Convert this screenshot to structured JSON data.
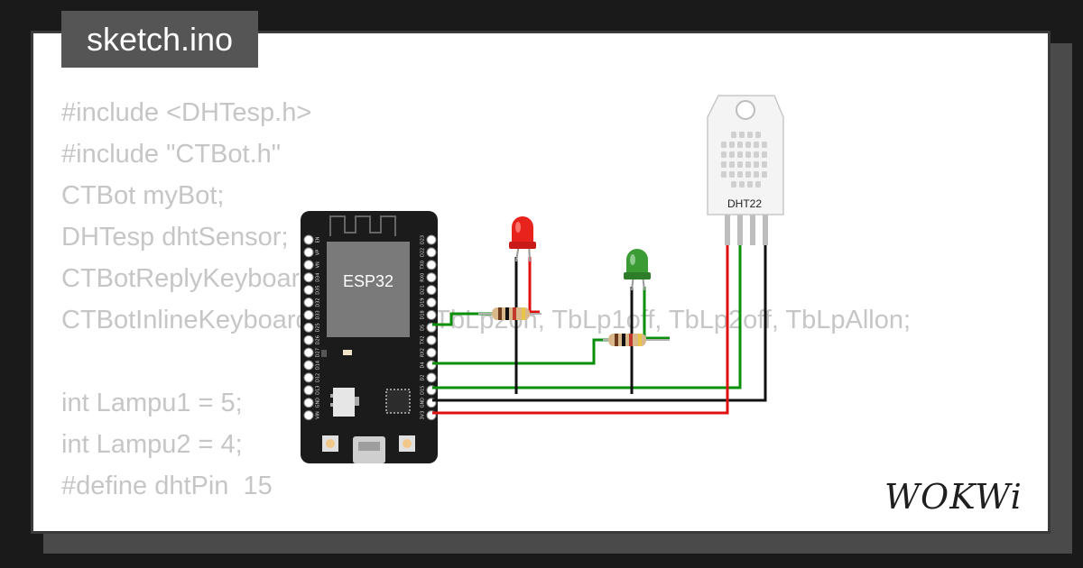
{
  "file_tab": {
    "label": "sketch.ino"
  },
  "code_lines": [
    "#include <DHTesp.h>",
    "#include \"CTBot.h\"",
    "CTBot myBot;",
    "DHTesp dhtSensor;",
    "CTBotReplyKeyboard myKbd;",
    "CTBotInlineKeyboard TbLp1on, TbLp2on, TbLp1off, TbLp2off, TbLpAllon;",
    "",
    "int Lampu1 = 5;",
    "int Lampu2 = 4;",
    "#define dhtPin  15"
  ],
  "board": {
    "label": "ESP32",
    "pins_left": [
      "EN",
      "VP",
      "VN",
      "D34",
      "D35",
      "D32",
      "D33",
      "D25",
      "D26",
      "D27",
      "D14",
      "D12",
      "D13",
      "GND",
      "VIN"
    ],
    "pins_right": [
      "D23",
      "D22",
      "TX0",
      "RX0",
      "D21",
      "D19",
      "D18",
      "D5",
      "TX2",
      "RX2",
      "D4",
      "D2",
      "D15",
      "GND",
      "3V3"
    ]
  },
  "sensor": {
    "label": "DHT22"
  },
  "led_colors": {
    "red": "#e8231e",
    "green": "#3b9b34"
  },
  "wire_colors": {
    "green": "#0a8f0a",
    "red": "#e01010",
    "black": "#111111"
  },
  "logo": {
    "text": "WOKWi"
  }
}
